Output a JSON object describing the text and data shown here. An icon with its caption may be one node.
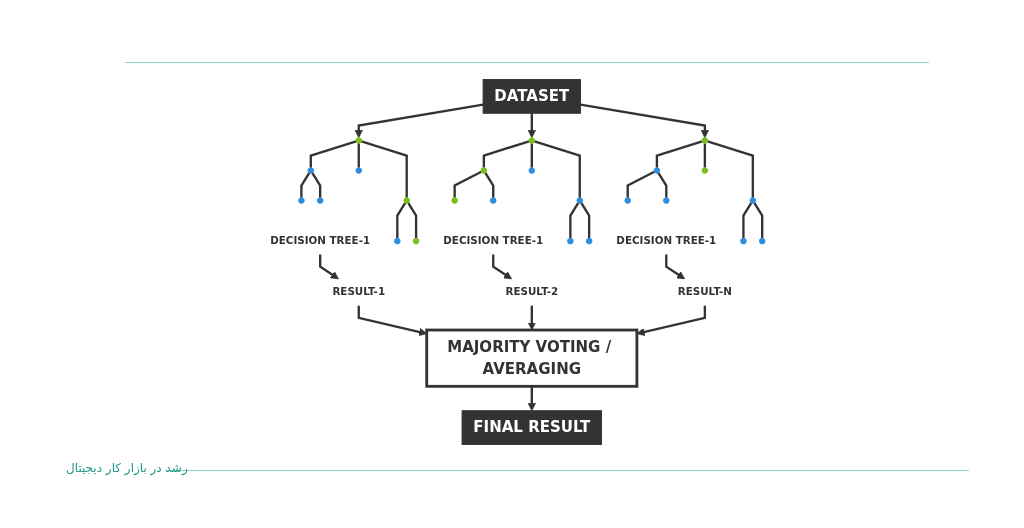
{
  "diagram": {
    "nodes": [
      {
        "text": [
          "DATASET"
        ]
      },
      {
        "text": [],
        "shape": "circle"
      },
      {
        "text": [],
        "shape": "circle"
      },
      {
        "text": [],
        "shape": "circle"
      },
      {
        "text": [],
        "shape": "circle"
      },
      {
        "text": [],
        "shape": "circle"
      },
      {
        "text": [],
        "shape": "circle"
      },
      {
        "text": [],
        "shape": "circle"
      },
      {
        "text": [],
        "shape": "circle"
      },
      {
        "text": [
          "DECISION TREE-1"
        ]
      },
      {
        "text": [
          "RESULT-1"
        ]
      },
      {
        "text": [],
        "shape": "circle"
      },
      {
        "text": [],
        "shape": "circle"
      },
      {
        "text": [],
        "shape": "circle"
      },
      {
        "text": [],
        "shape": "circle"
      },
      {
        "text": [],
        "shape": "circle"
      },
      {
        "text": [],
        "shape": "circle"
      },
      {
        "text": [],
        "shape": "circle"
      },
      {
        "text": [],
        "shape": "circle"
      },
      {
        "text": [
          "DECISION TREE-1"
        ]
      },
      {
        "text": [
          "RESULT-2"
        ]
      },
      {
        "text": [],
        "shape": "circle"
      },
      {
        "text": [],
        "shape": "circle"
      },
      {
        "text": [],
        "shape": "circle"
      },
      {
        "text": [],
        "shape": "circle"
      },
      {
        "text": [],
        "shape": "circle"
      },
      {
        "text": [],
        "shape": "circle"
      },
      {
        "text": [],
        "shape": "circle"
      },
      {
        "text": [],
        "shape": "circle"
      },
      {
        "text": [
          "DECISION TREE-1"
        ]
      },
      {
        "text": [
          "RESULT-N"
        ]
      },
      {
        "text": [
          "MAJORITY VOTING / AVERAGING"
        ]
      },
      {
        "text": [
          "FINAL RESULT"
        ]
      }
    ],
    "edges": [
      {
        "from": 0,
        "to": 1,
        "arrow": "to"
      },
      {
        "from": 0,
        "to": 11,
        "arrow": "to"
      },
      {
        "from": 0,
        "to": 21,
        "arrow": "to"
      },
      {
        "from": 1,
        "to": 2,
        "arrow": "none"
      },
      {
        "from": 1,
        "to": 3,
        "arrow": "none"
      },
      {
        "from": 1,
        "to": 4,
        "arrow": "none"
      },
      {
        "from": 2,
        "to": 5,
        "arrow": "none"
      },
      {
        "from": 2,
        "to": 6,
        "arrow": "none"
      },
      {
        "from": 4,
        "to": 7,
        "arrow": "none"
      },
      {
        "from": 4,
        "to": 8,
        "arrow": "none"
      },
      {
        "from": 11,
        "to": 12,
        "arrow": "none"
      },
      {
        "from": 11,
        "to": 13,
        "arrow": "none"
      },
      {
        "from": 11,
        "to": 14,
        "arrow": "none"
      },
      {
        "from": 12,
        "to": 15,
        "arrow": "none"
      },
      {
        "from": 12,
        "to": 16,
        "arrow": "none"
      },
      {
        "from": 14,
        "to": 17,
        "arrow": "none"
      },
      {
        "from": 14,
        "to": 18,
        "arrow": "none"
      },
      {
        "from": 21,
        "to": 22,
        "arrow": "none"
      },
      {
        "from": 21,
        "to": 23,
        "arrow": "none"
      },
      {
        "from": 21,
        "to": 24,
        "arrow": "none"
      },
      {
        "from": 22,
        "to": 25,
        "arrow": "none"
      },
      {
        "from": 22,
        "to": 26,
        "arrow": "none"
      },
      {
        "from": 24,
        "to": 27,
        "arrow": "none"
      },
      {
        "from": 24,
        "to": 28,
        "arrow": "none"
      },
      {
        "from": 9,
        "to": 10,
        "arrow": "to"
      },
      {
        "from": 19,
        "to": 20,
        "arrow": "to"
      },
      {
        "from": 29,
        "to": 30,
        "arrow": "to"
      },
      {
        "from": 10,
        "to": 31,
        "arrow": "to"
      },
      {
        "from": 20,
        "to": 31,
        "arrow": "to"
      },
      {
        "from": 30,
        "to": 31,
        "arrow": "to"
      },
      {
        "from": 31,
        "to": 32,
        "arrow": "to"
      }
    ],
    "labels": [
      "رشد در بازار کار دیجیتال"
    ]
  }
}
